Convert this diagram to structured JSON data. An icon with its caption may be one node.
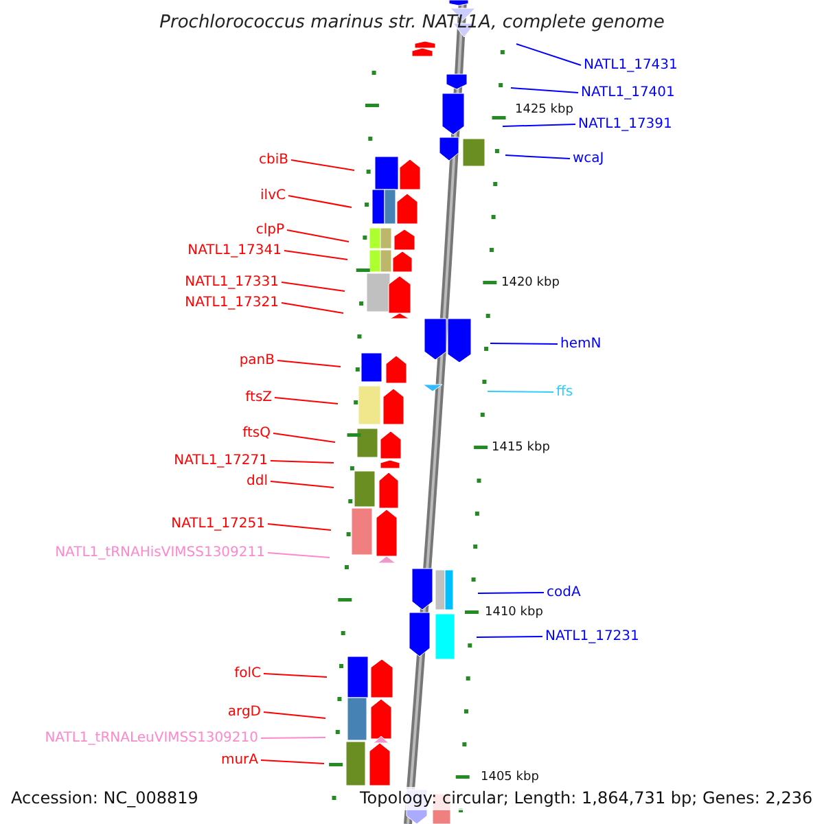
{
  "diagram": {
    "title": "Prochlorococcus marinus str. NATL1A, complete genome",
    "nodes": [
      {
        "text": [
          "NATL1_17431"
        ]
      },
      {
        "text": [
          "NATL1_17401"
        ]
      },
      {
        "text": [
          "NATL1_17391"
        ]
      },
      {
        "text": [
          "wcaJ"
        ]
      },
      {
        "text": [
          "cbiB"
        ]
      },
      {
        "text": [
          "ilvC"
        ]
      },
      {
        "text": [
          "clpP"
        ]
      },
      {
        "text": [
          "NATL1_17341"
        ]
      },
      {
        "text": [
          "NATL1_17331"
        ]
      },
      {
        "text": [
          "NATL1_17321"
        ]
      },
      {
        "text": [
          "hemN"
        ]
      },
      {
        "text": [
          "panB"
        ]
      },
      {
        "text": [
          "ffs"
        ]
      },
      {
        "text": [
          "ftsZ"
        ]
      },
      {
        "text": [
          "ftsQ"
        ]
      },
      {
        "text": [
          "NATL1_17271"
        ]
      },
      {
        "text": [
          "ddl"
        ]
      },
      {
        "text": [
          "NATL1_17251"
        ]
      },
      {
        "text": [
          "NATL1_tRNAHisVIMSS1309211"
        ]
      },
      {
        "text": [
          "codA"
        ]
      },
      {
        "text": [
          "NATL1_17231"
        ]
      },
      {
        "text": [
          "folC"
        ]
      },
      {
        "text": [
          "argD"
        ]
      },
      {
        "text": [
          "NATL1_tRNALeuVIMSS1309210"
        ]
      },
      {
        "text": [
          "murA"
        ]
      }
    ],
    "edges": [
      {
        "from": 0,
        "to": null,
        "arrow": "none",
        "color": "#0000ff"
      },
      {
        "from": 1,
        "to": null,
        "arrow": "none",
        "color": "#0000ff"
      },
      {
        "from": 2,
        "to": null,
        "arrow": "none",
        "color": "#0000ff"
      },
      {
        "from": 3,
        "to": null,
        "arrow": "none",
        "color": "#0000ff"
      },
      {
        "from": 4,
        "to": null,
        "arrow": "none"
      },
      {
        "from": 5,
        "to": null,
        "arrow": "none"
      },
      {
        "from": 6,
        "to": null,
        "arrow": "none"
      },
      {
        "from": 7,
        "to": null,
        "arrow": "none"
      },
      {
        "from": 8,
        "to": null,
        "arrow": "none"
      },
      {
        "from": 9,
        "to": null,
        "arrow": "none"
      },
      {
        "from": 10,
        "to": null,
        "arrow": "none",
        "color": "#0000ff"
      },
      {
        "from": 11,
        "to": null,
        "arrow": "none"
      },
      {
        "from": 12,
        "to": null,
        "arrow": "none",
        "color": "#33ccff"
      },
      {
        "from": 13,
        "to": null,
        "arrow": "none"
      },
      {
        "from": 14,
        "to": null,
        "arrow": "none"
      },
      {
        "from": 15,
        "to": null,
        "arrow": "none"
      },
      {
        "from": 16,
        "to": null,
        "arrow": "none"
      },
      {
        "from": 17,
        "to": null,
        "arrow": "none"
      },
      {
        "from": 18,
        "to": null,
        "arrow": "none",
        "color": "#ff88cc"
      },
      {
        "from": 19,
        "to": null,
        "arrow": "none",
        "color": "#0000ff"
      },
      {
        "from": 20,
        "to": null,
        "arrow": "none",
        "color": "#0000ff"
      },
      {
        "from": 21,
        "to": null,
        "arrow": "none"
      },
      {
        "from": 22,
        "to": null,
        "arrow": "none"
      },
      {
        "from": 23,
        "to": null,
        "arrow": "none",
        "color": "#ff88cc"
      },
      {
        "from": 24,
        "to": null,
        "arrow": "none"
      }
    ],
    "labels": [
      "1425 kbp",
      "1420 kbp",
      "1415 kbp",
      "1410 kbp",
      "1405 kbp",
      "Accession: NC_008819",
      "Topology: circular; Length: 1,864,731 bp; Genes: 2,236"
    ]
  }
}
